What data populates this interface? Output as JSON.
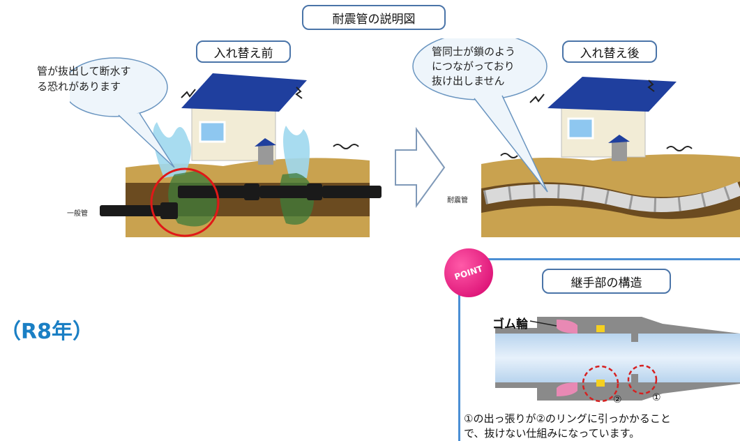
{
  "title": "耐震管の説明図",
  "before": {
    "label": "入れ替え前",
    "bubble_lines": [
      "管が抜出して断水す",
      "る恐れがあります"
    ],
    "pipe_label": "一般管"
  },
  "after": {
    "label": "入れ替え後",
    "bubble_lines": [
      "管同士が鎖のよう",
      "につながっており",
      "抜け出しません"
    ],
    "pipe_label": "耐震管"
  },
  "year_label": "（R8年）",
  "point": {
    "badge": "POINT",
    "title": "継手部の構造",
    "rubber_label": "ゴム輪",
    "marker_1": "①",
    "marker_2": "②",
    "caption_lines": [
      "①の出っ張りが②のリングに引っかかること",
      "で、抜けない仕組みになっています。"
    ]
  },
  "colors": {
    "title_border": "#4a74a8",
    "year_text": "#1a7fc4",
    "point_badge": "#e8177a",
    "point_border": "#4b8fd4"
  }
}
